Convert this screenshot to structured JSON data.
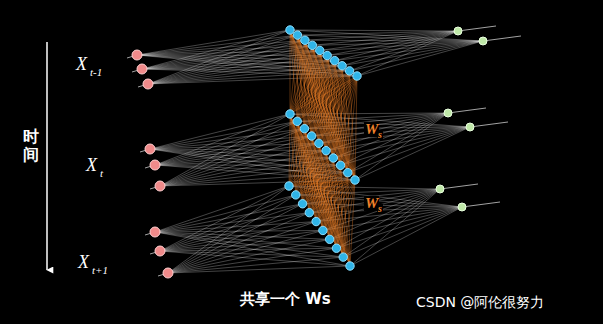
{
  "diagram": {
    "caption": "共享一个 Ws",
    "labels": [
      "X",
      "t-1",
      "X",
      "t",
      "X",
      "t+1",
      "时间",
      "W",
      "s",
      "W",
      "s",
      "CSDN @阿伦很努力"
    ]
  }
}
